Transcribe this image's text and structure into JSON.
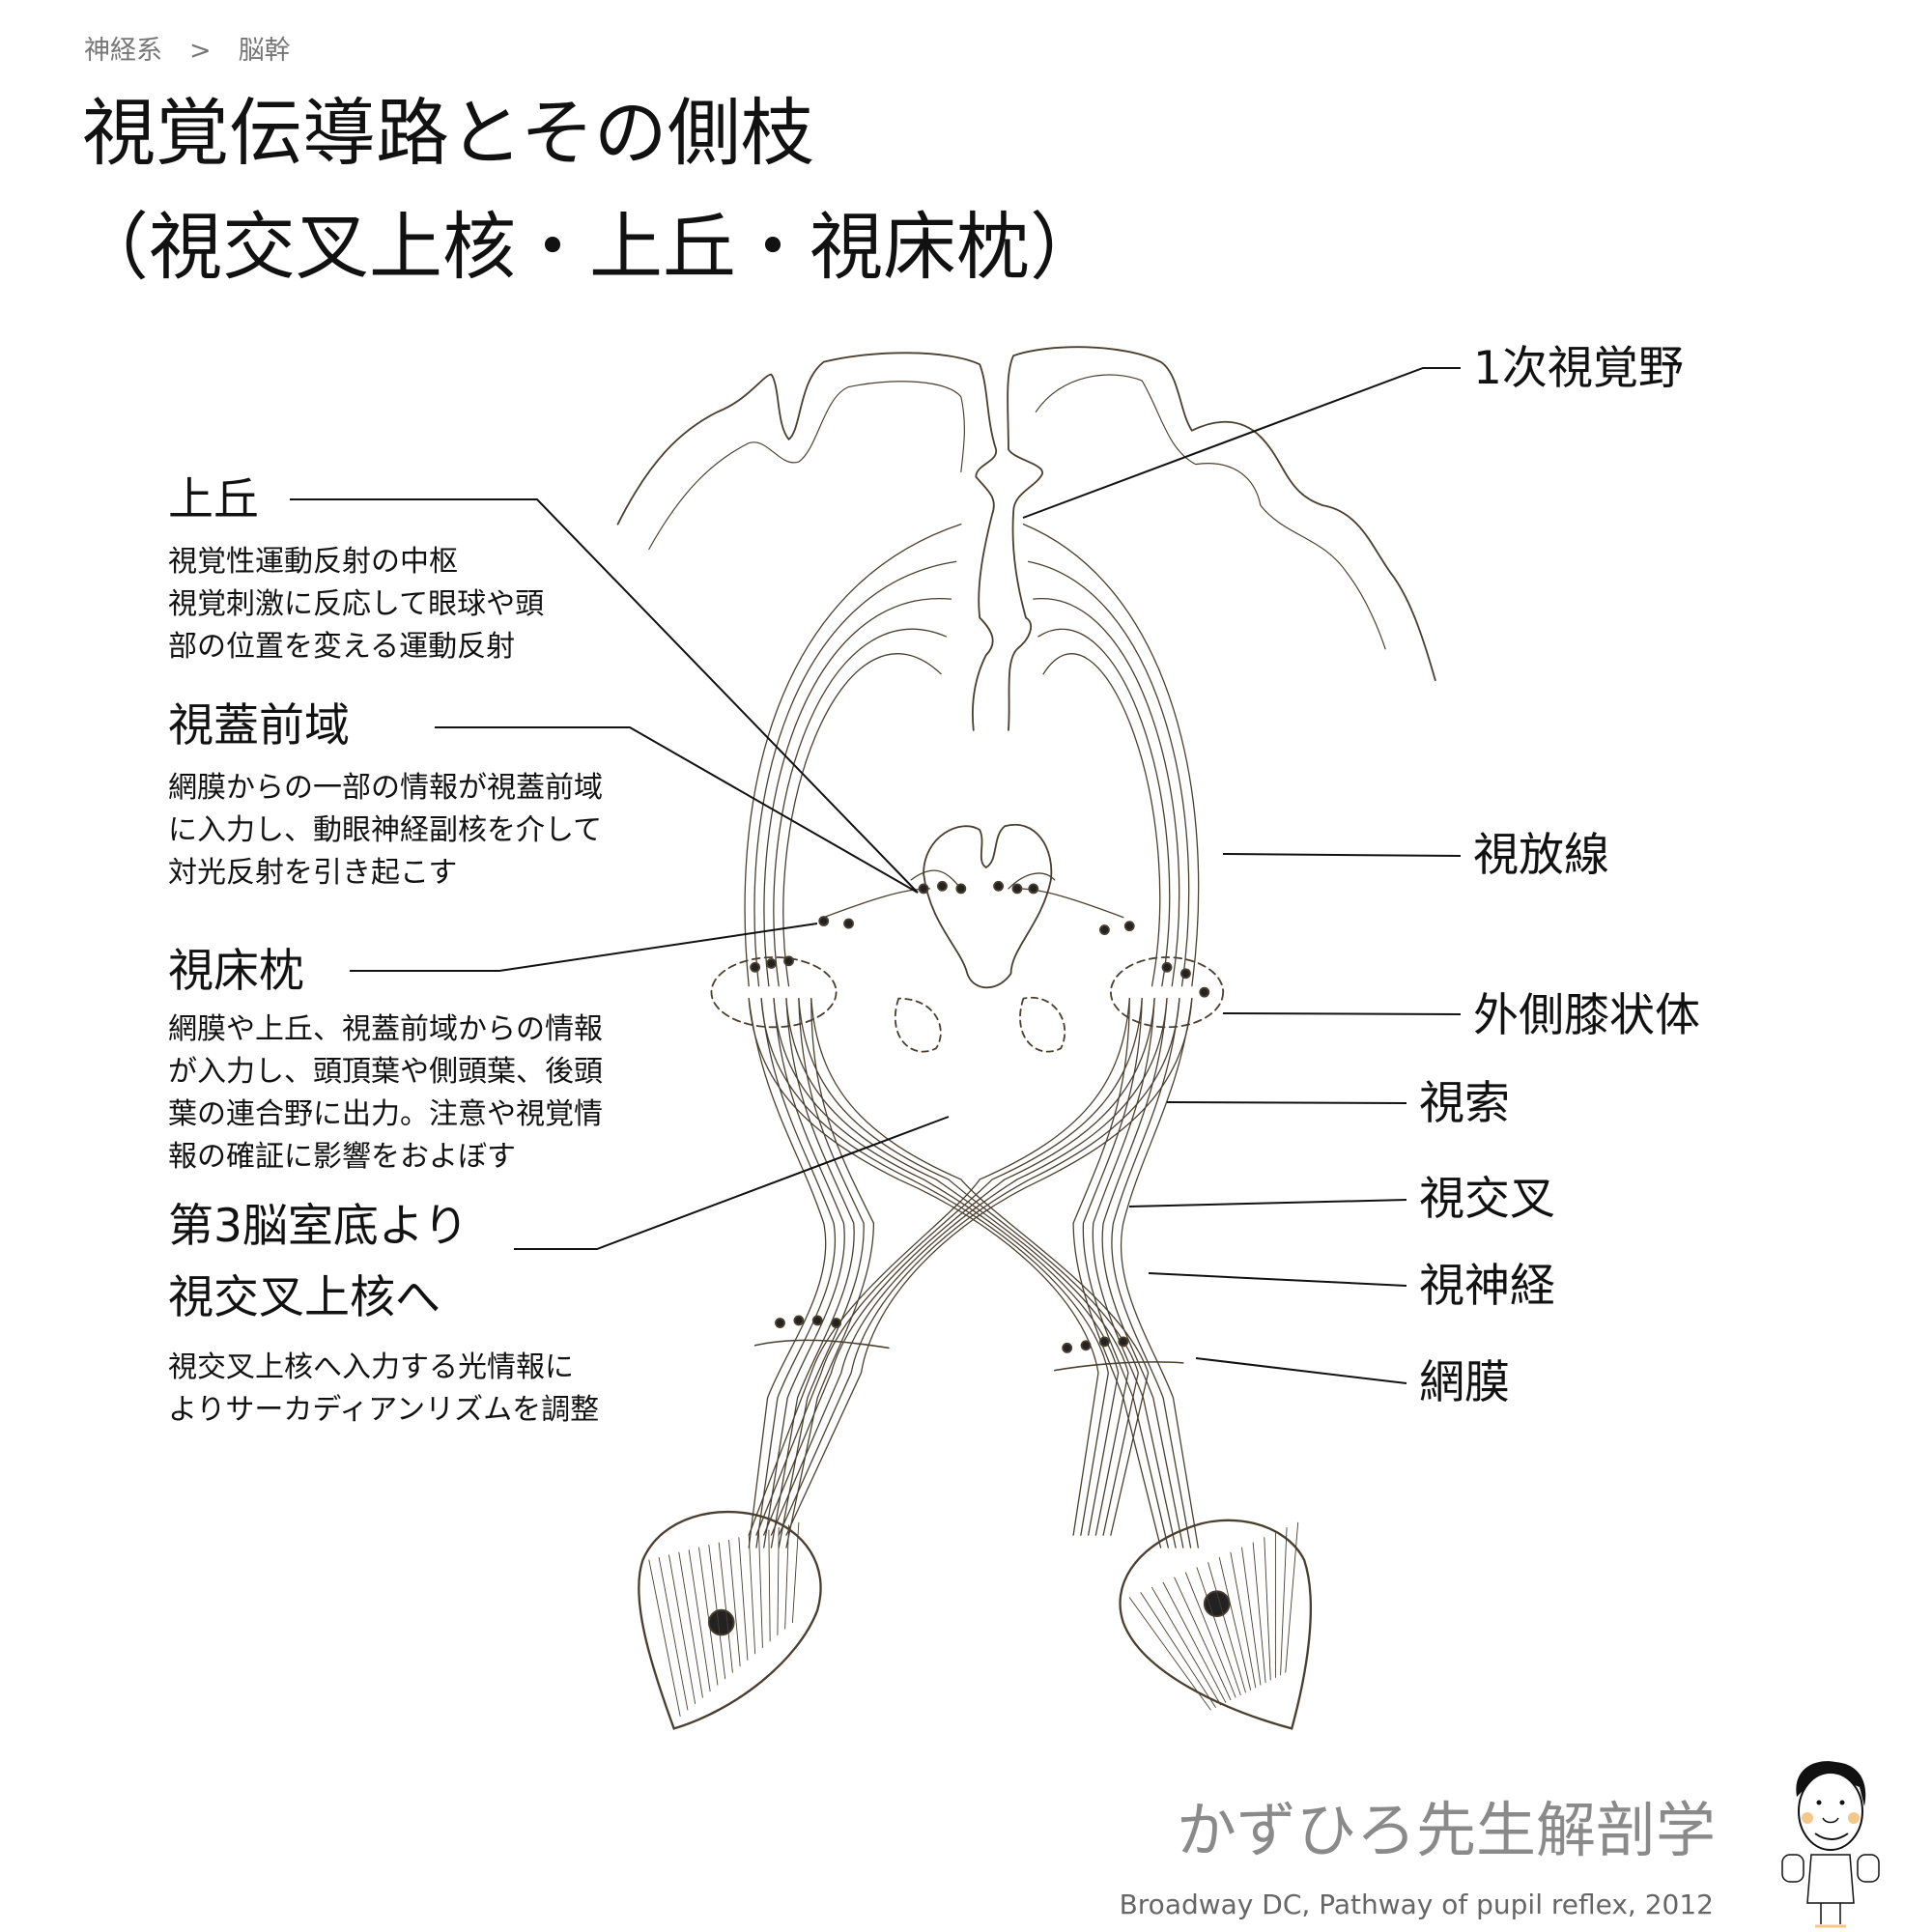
{
  "breadcrumb": {
    "items": [
      "神経系",
      "脳幹"
    ],
    "separator": ">"
  },
  "title": {
    "line1": "視覚伝導路とその側枝",
    "line2": "（視交叉上核・上丘・視床枕）"
  },
  "left_labels": [
    {
      "heading": "上丘",
      "lines": [
        "視覚性運動反射の中枢",
        "視覚刺激に反応して眼球や頭",
        "部の位置を変える運動反射"
      ]
    },
    {
      "heading": "視蓋前域",
      "lines": [
        "網膜からの一部の情報が視蓋前域",
        "に入力し、動眼神経副核を介して",
        "対光反射を引き起こす"
      ]
    },
    {
      "heading": "視床枕",
      "lines": [
        "網膜や上丘、視蓋前域からの情報",
        "が入力し、頭頂葉や側頭葉、後頭",
        "葉の連合野に出力。注意や視覚情",
        "報の確証に影響をおよぼす"
      ]
    },
    {
      "heading": [
        "第3脳室底より",
        "視交叉上核へ"
      ],
      "lines": [
        "視交叉上核へ入力する光情報に",
        "よりサーカディアンリズムを調整"
      ]
    }
  ],
  "right_labels": [
    "1次視覚野",
    "視放線",
    "外側膝状体",
    "視索",
    "視交叉",
    "視神経",
    "網膜"
  ],
  "footer": {
    "brand": "かずひろ先生解剖学",
    "citation": "Broadway DC, Pathway of pupil reflex, 2012"
  },
  "colors": {
    "ink": "#4a3f2e",
    "leader": "#111111",
    "brand": "#8a8a8a"
  }
}
